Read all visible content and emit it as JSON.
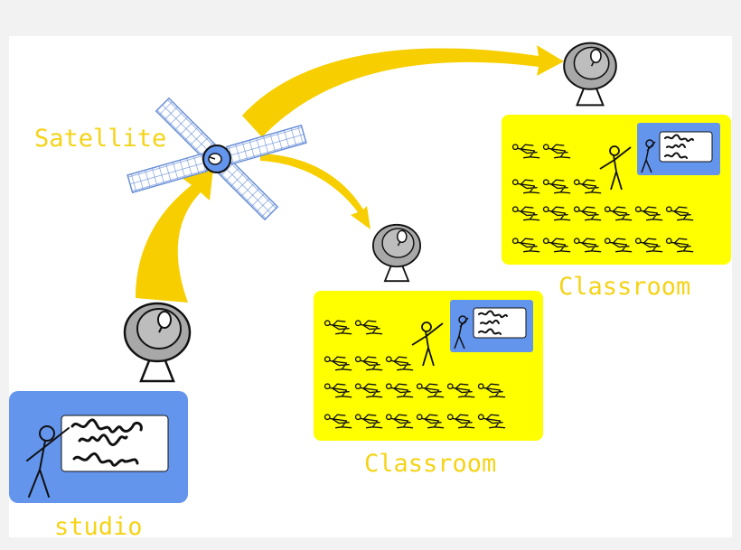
{
  "labels": {
    "satellite": "Satellite",
    "studio": "studio",
    "classroom_1": "Classroom",
    "classroom_2": "Classroom"
  },
  "colors": {
    "label_yellow": "#f5d316",
    "arrow_yellow": "#f7cf00",
    "classroom_yellow": "#ffff00",
    "studio_blue": "#6495ed",
    "panel_blue": "#c9dcf5",
    "dish_gray": "#a8a8a8",
    "ink": "#111111"
  },
  "icons": {
    "satellite": "satellite-icon",
    "dish": "satellite-dish-icon",
    "teacher": "stick-figure-teacher-icon",
    "student": "seated-student-icon",
    "board": "whiteboard-icon"
  }
}
